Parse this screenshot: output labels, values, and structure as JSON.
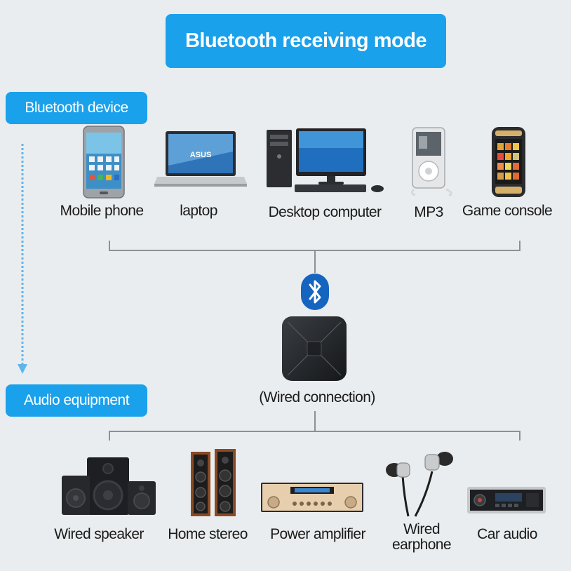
{
  "title": "Bluetooth receiving mode",
  "sections": {
    "source": "Bluetooth device",
    "output": "Audio equipment"
  },
  "bluetooth_devices": [
    {
      "label": "Mobile phone",
      "icon": "mobile-phone-icon"
    },
    {
      "label": "laptop",
      "icon": "laptop-icon",
      "screen_text": "ASUS"
    },
    {
      "label": "Desktop computer",
      "icon": "desktop-computer-icon"
    },
    {
      "label": "MP3",
      "icon": "mp3-player-icon"
    },
    {
      "label": "Game console",
      "icon": "game-console-icon"
    }
  ],
  "center": {
    "bluetooth_icon": "bluetooth-icon",
    "device_icon": "bluetooth-receiver-icon",
    "connection_label": "(Wired connection)"
  },
  "audio_equipment": [
    {
      "label": "Wired speaker",
      "icon": "wired-speaker-icon"
    },
    {
      "label": "Home stereo",
      "icon": "home-stereo-icon"
    },
    {
      "label": "Power amplifier",
      "icon": "power-amplifier-icon"
    },
    {
      "label_line1": "Wired",
      "label_line2": "earphone",
      "icon": "wired-earphone-icon"
    },
    {
      "label": "Car audio",
      "icon": "car-audio-icon"
    }
  ],
  "colors": {
    "accent": "#1aa1ec",
    "background": "#eaedef",
    "line": "#8e9093",
    "bluetooth_badge": "#1565c0"
  }
}
